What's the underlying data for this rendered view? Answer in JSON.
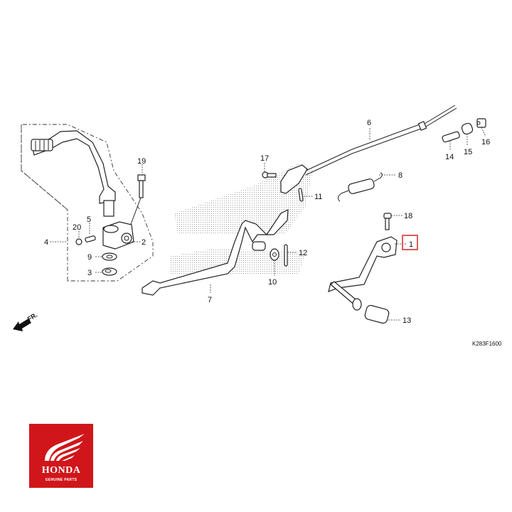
{
  "diagram": {
    "title": "Pedal / Kick Starter Arm parts diagram",
    "diagram_code": "K283F1600",
    "direction_label": "FR.",
    "highlighted_part": "1",
    "colors": {
      "highlight": "#e05a5a",
      "brand": "#d0161b",
      "ink": "#222222"
    },
    "callouts": {
      "c1": "1",
      "c2": "2",
      "c3": "3",
      "c4": "4",
      "c5": "5",
      "c6": "6",
      "c7": "7",
      "c8": "8",
      "c9": "9",
      "c10": "10",
      "c11": "11",
      "c12": "12",
      "c13": "13",
      "c14": "14",
      "c15": "15",
      "c16": "16",
      "c17": "17",
      "c18": "18",
      "c19": "19",
      "c20": "20"
    }
  },
  "logo": {
    "brand": "HONDA",
    "tagline": "GENUINE PARTS",
    "icon": "honda-wing-icon"
  }
}
